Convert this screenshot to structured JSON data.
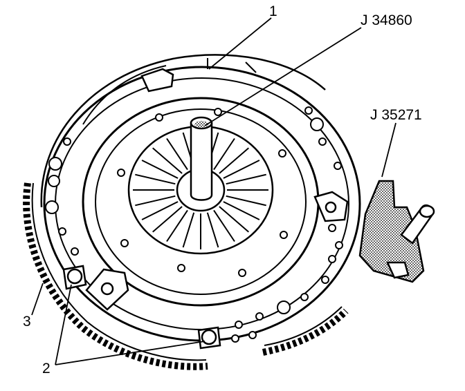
{
  "callouts": {
    "item_1": "1",
    "item_2": "2",
    "item_3": "3",
    "tool_alignment": "J 34860",
    "tool_holder": "J 35271"
  },
  "colors": {
    "line": "#000000",
    "background": "#ffffff",
    "shade": "#9a9a9a"
  }
}
